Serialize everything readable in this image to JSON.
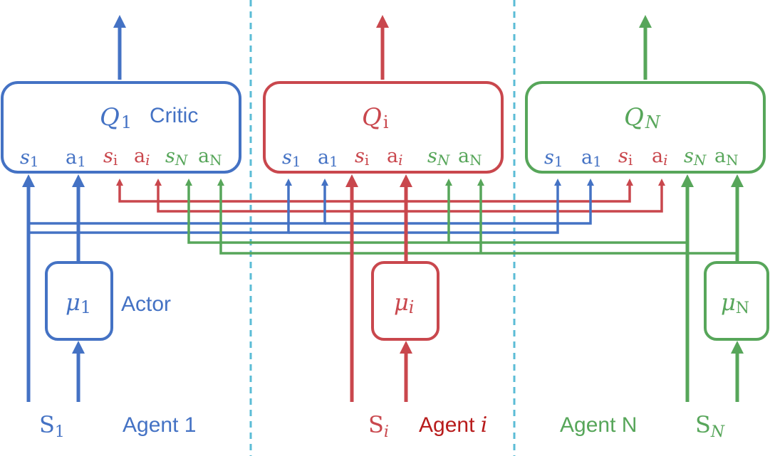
{
  "colors": {
    "agent1": "#4472c4",
    "agent_i": "#c9474d",
    "agent_n": "#57a65a",
    "agent_i_label": "#b81c1c",
    "divider": "#5bbcd6"
  },
  "agent1": {
    "critic_symbol": "Q",
    "critic_subscript": "1",
    "critic_label": "Critic",
    "actor_symbol": "μ",
    "actor_subscript": "1",
    "actor_label": "Actor",
    "state_symbol": "S",
    "state_subscript": "1",
    "agent_label": "Agent 1"
  },
  "agent_i": {
    "critic_symbol": "Q",
    "critic_subscript": "i",
    "actor_symbol": "μ",
    "actor_subscript": "i",
    "state_symbol": "S",
    "state_subscript": "i",
    "agent_label_text": "Agent ",
    "agent_label_var": "i"
  },
  "agent_n": {
    "critic_symbol": "Q",
    "critic_subscript": "N",
    "actor_symbol": "μ",
    "actor_subscript": "N",
    "state_symbol": "S",
    "state_subscript": "N",
    "agent_label": "Agent N"
  },
  "critic_inputs": {
    "s": "s",
    "a": "a",
    "sub_1": "1",
    "sub_i": "i",
    "sub_N": "N"
  }
}
